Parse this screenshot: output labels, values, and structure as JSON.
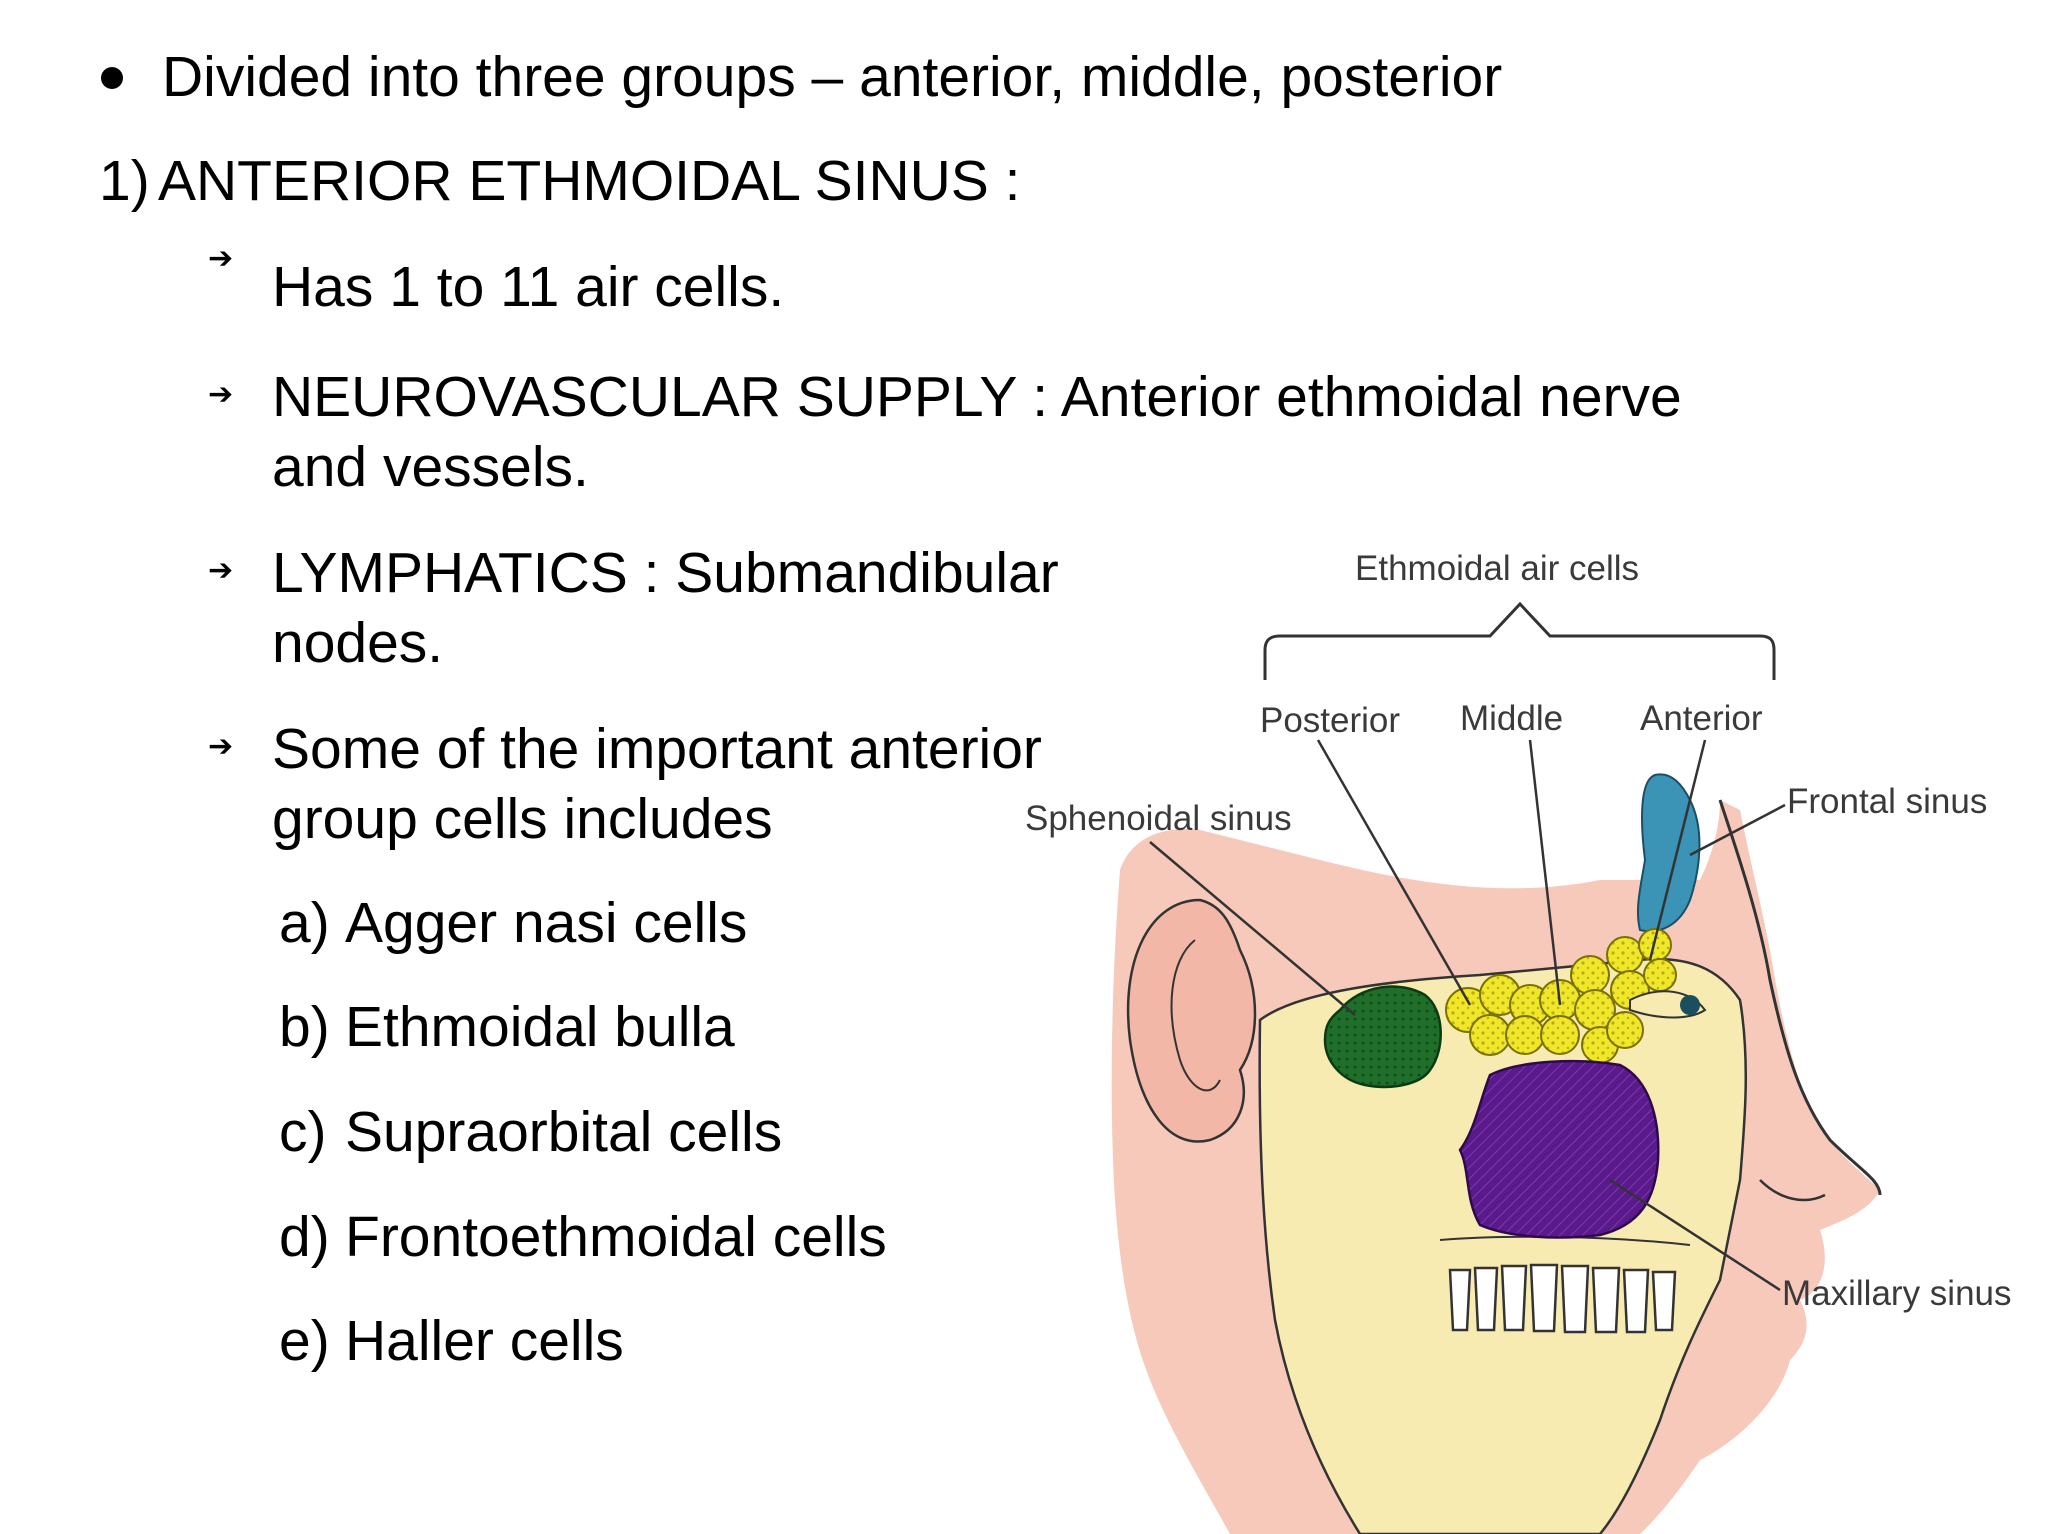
{
  "intro_bullet": "Divided into three groups – anterior,  middle,  posterior",
  "section_heading": {
    "number": "1)",
    "title": "ANTERIOR ETHMOIDAL SINUS :"
  },
  "arrow_glyph": "➔",
  "points": [
    {
      "lines": [
        "Has 1 to 11 air cells."
      ]
    },
    {
      "lines": [
        "NEUROVASCULAR SUPPLY : Anterior ethmoidal nerve",
        "and vessels."
      ]
    },
    {
      "lines": [
        "LYMPHATICS : Submandibular",
        "nodes."
      ]
    },
    {
      "lines": [
        "Some of the important anterior",
        "group cells includes"
      ]
    }
  ],
  "cell_list": [
    {
      "letter": "a)",
      "name": "Agger nasi cells"
    },
    {
      "letter": "b)",
      "name": "Ethmoidal bulla"
    },
    {
      "letter": "c)",
      "name": "Supraorbital cells"
    },
    {
      "letter": "d)",
      "name": "Frontoethmoidal cells"
    },
    {
      "letter": "e)",
      "name": "Haller cells"
    }
  ],
  "diagram": {
    "labels": {
      "group": "Ethmoidal air cells",
      "posterior": "Posterior",
      "middle": "Middle",
      "anterior": "Anterior",
      "frontal": "Frontal sinus",
      "sphenoidal": "Sphenoidal sinus",
      "maxillary": "Maxillary sinus"
    },
    "colors": {
      "skin": "#f6c9bb",
      "bone": "#f7ebb2",
      "ethmoid": "#f0e62a",
      "sphenoid": "#1f6e2a",
      "maxillary": "#5a1a8c",
      "frontal": "#3b93b5"
    }
  }
}
